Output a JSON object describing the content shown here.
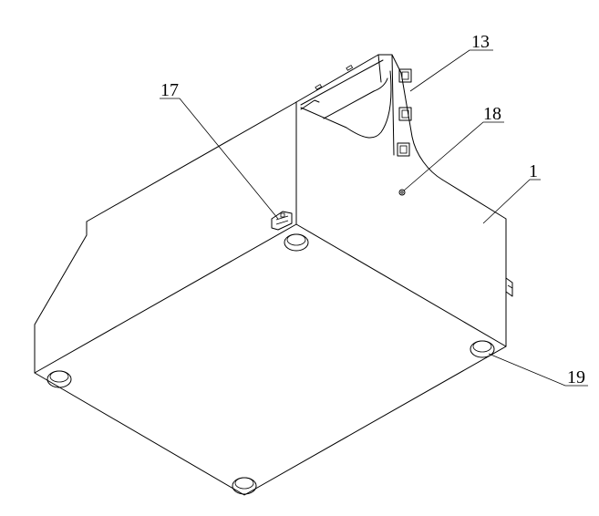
{
  "drawing": {
    "callouts": [
      {
        "id": "callout-13",
        "label": "13"
      },
      {
        "id": "callout-17",
        "label": "17"
      },
      {
        "id": "callout-18",
        "label": "18"
      },
      {
        "id": "callout-1",
        "label": "1"
      },
      {
        "id": "callout-19",
        "label": "19"
      }
    ]
  }
}
